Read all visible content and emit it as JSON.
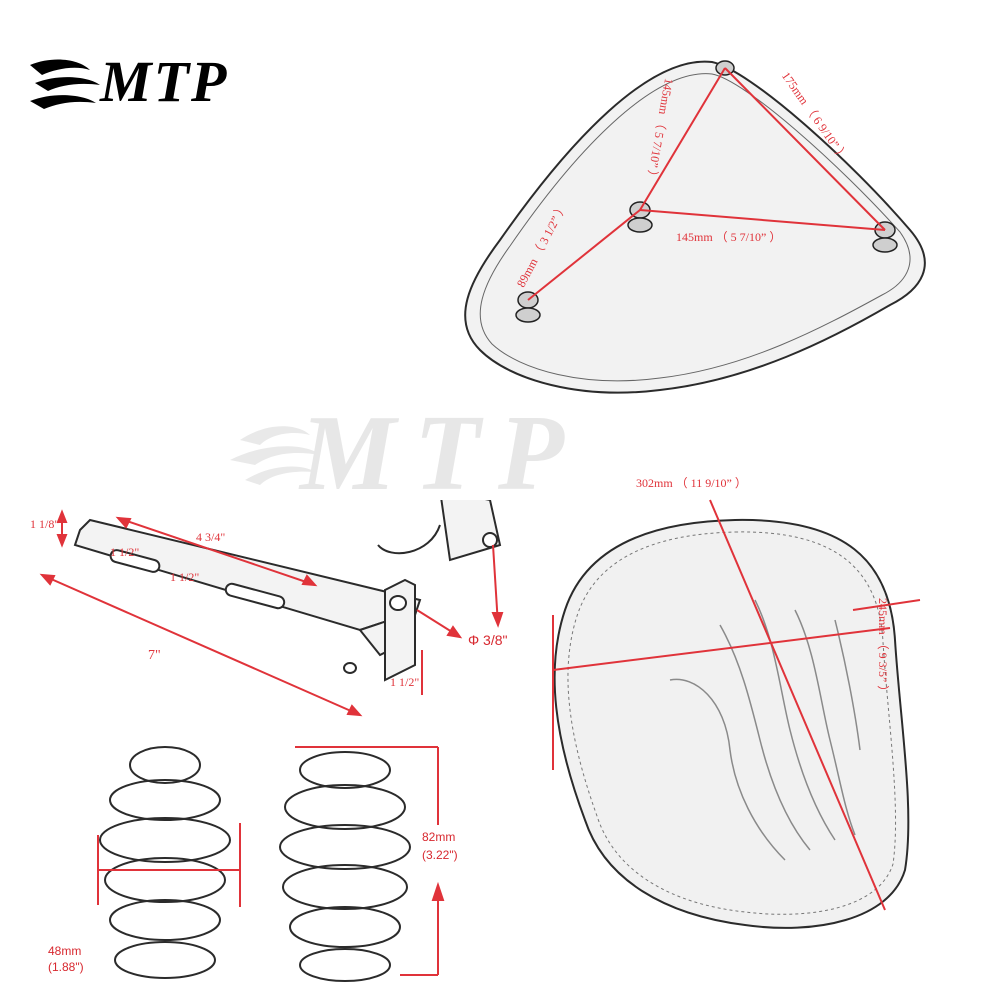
{
  "brand": {
    "logo": "MTP",
    "watermark": "MTP"
  },
  "seat_top": {
    "dim_a": "175mm （ 6 9/10” ）",
    "dim_b": "145mm （ 5 7/10” ）",
    "dim_c": "145mm （ 5 7/10” ）",
    "dim_d": "89mm （ 3 1/2” ）"
  },
  "bracket": {
    "w1": "1 1/8\"",
    "len1": "4 3/4\"",
    "slot1": "1 1/2\"",
    "slot2": "1 1/2\"",
    "len2": "7\"",
    "h1": "1 1/2\"",
    "hole": "Φ 3/8\""
  },
  "seat_bottom": {
    "width": "302mm （ 11 9/10” ）",
    "length": "245mm （ 9 3/5” ）"
  },
  "springs": {
    "dia_mm": "48mm",
    "dia_in": "(1.88\")",
    "height_mm": "82mm",
    "height_in": "(3.22\")"
  },
  "colors": {
    "dimension": "#e0333a",
    "outline": "#2b2b2b",
    "watermark": "#e7e7e7"
  }
}
